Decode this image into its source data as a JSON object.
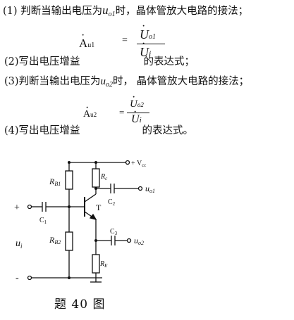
{
  "questions": {
    "q1": {
      "prefix": "(1)",
      "text_a": "判断当输出电压为",
      "var": "u",
      "var_sub": "o1",
      "text_b": "时，晶体管放大电路的接法；"
    },
    "formula1": {
      "lhs": "A",
      "lhs_sub": "u1",
      "eq": "=",
      "num": "U",
      "num_sub": "o1",
      "den": "U",
      "den_sub": "i"
    },
    "q2": {
      "text_a": "(2)写出电压增益",
      "text_b": "的表达式；"
    },
    "q3": {
      "text_a": "(3)判断当输出电压为",
      "var": "u",
      "var_sub": "o2",
      "text_b": "时，  晶体管放大电路的接法；"
    },
    "formula2": {
      "lhs": "A",
      "lhs_sub": "u2",
      "eq": "=",
      "num": "U",
      "num_sub": "o2",
      "den": "U",
      "den_sub": "i"
    },
    "q4": {
      "text_a": "(4)写出电压增益",
      "text_b": "的表达式。"
    }
  },
  "circuit": {
    "vcc_label": "+ V",
    "vcc_sub": "cc",
    "rb1": "R",
    "rb1_sub": "B1",
    "rb2": "R",
    "rb2_sub": "B2",
    "rc": "R",
    "rc_sub": "c",
    "re": "R",
    "re_sub": "E",
    "c1": "C",
    "c1_sub": "1",
    "c2": "C",
    "c2_sub": "2",
    "c3": "C",
    "c3_sub": "3",
    "t": "T",
    "uo1": "u",
    "uo1_sub": "o1",
    "uo2": "u",
    "uo2_sub": "o2",
    "ui": "u",
    "ui_sub": "i",
    "plus": "+",
    "minus": "-"
  },
  "caption": "题 40 图"
}
